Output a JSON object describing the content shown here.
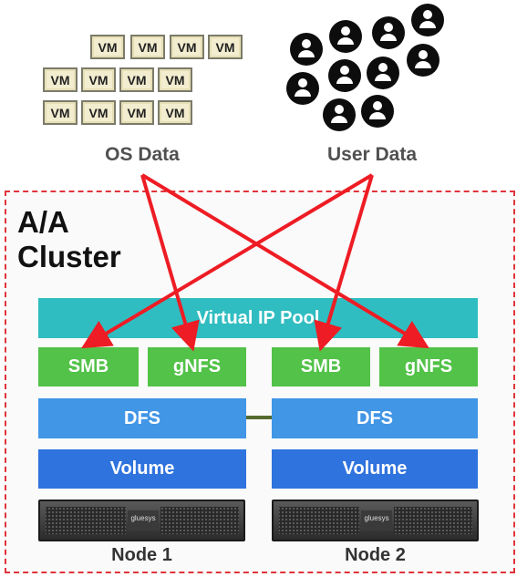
{
  "vm_label": "VM",
  "vm_rows": [
    [
      "VM",
      "VM",
      "VM",
      "VM"
    ],
    [
      "VM",
      "VM",
      "VM",
      "VM"
    ],
    [
      "VM",
      "VM",
      "VM",
      "VM"
    ]
  ],
  "os_data_label": "OS Data",
  "user_data_label": "User Data",
  "user_count": 10,
  "cluster": {
    "title_line1": "A/A",
    "title_line2": "Cluster",
    "virtual_ip_pool": "Virtual IP Pool",
    "node1": {
      "smb": "SMB",
      "gnfs": "gNFS",
      "dfs": "DFS",
      "volume": "Volume",
      "label": "Node 1"
    },
    "node2": {
      "smb": "SMB",
      "gnfs": "gNFS",
      "dfs": "DFS",
      "volume": "Volume",
      "label": "Node 2"
    },
    "server_brand": "gluesys"
  },
  "colors": {
    "arrow": "#ee1c24",
    "virtual_ip_pool": "#2fbdc1",
    "protocol": "#52c248",
    "dfs": "#4196e6",
    "volume": "#2f73de",
    "cluster_border": "#e0343b",
    "dfs_link": "#556b2f"
  }
}
